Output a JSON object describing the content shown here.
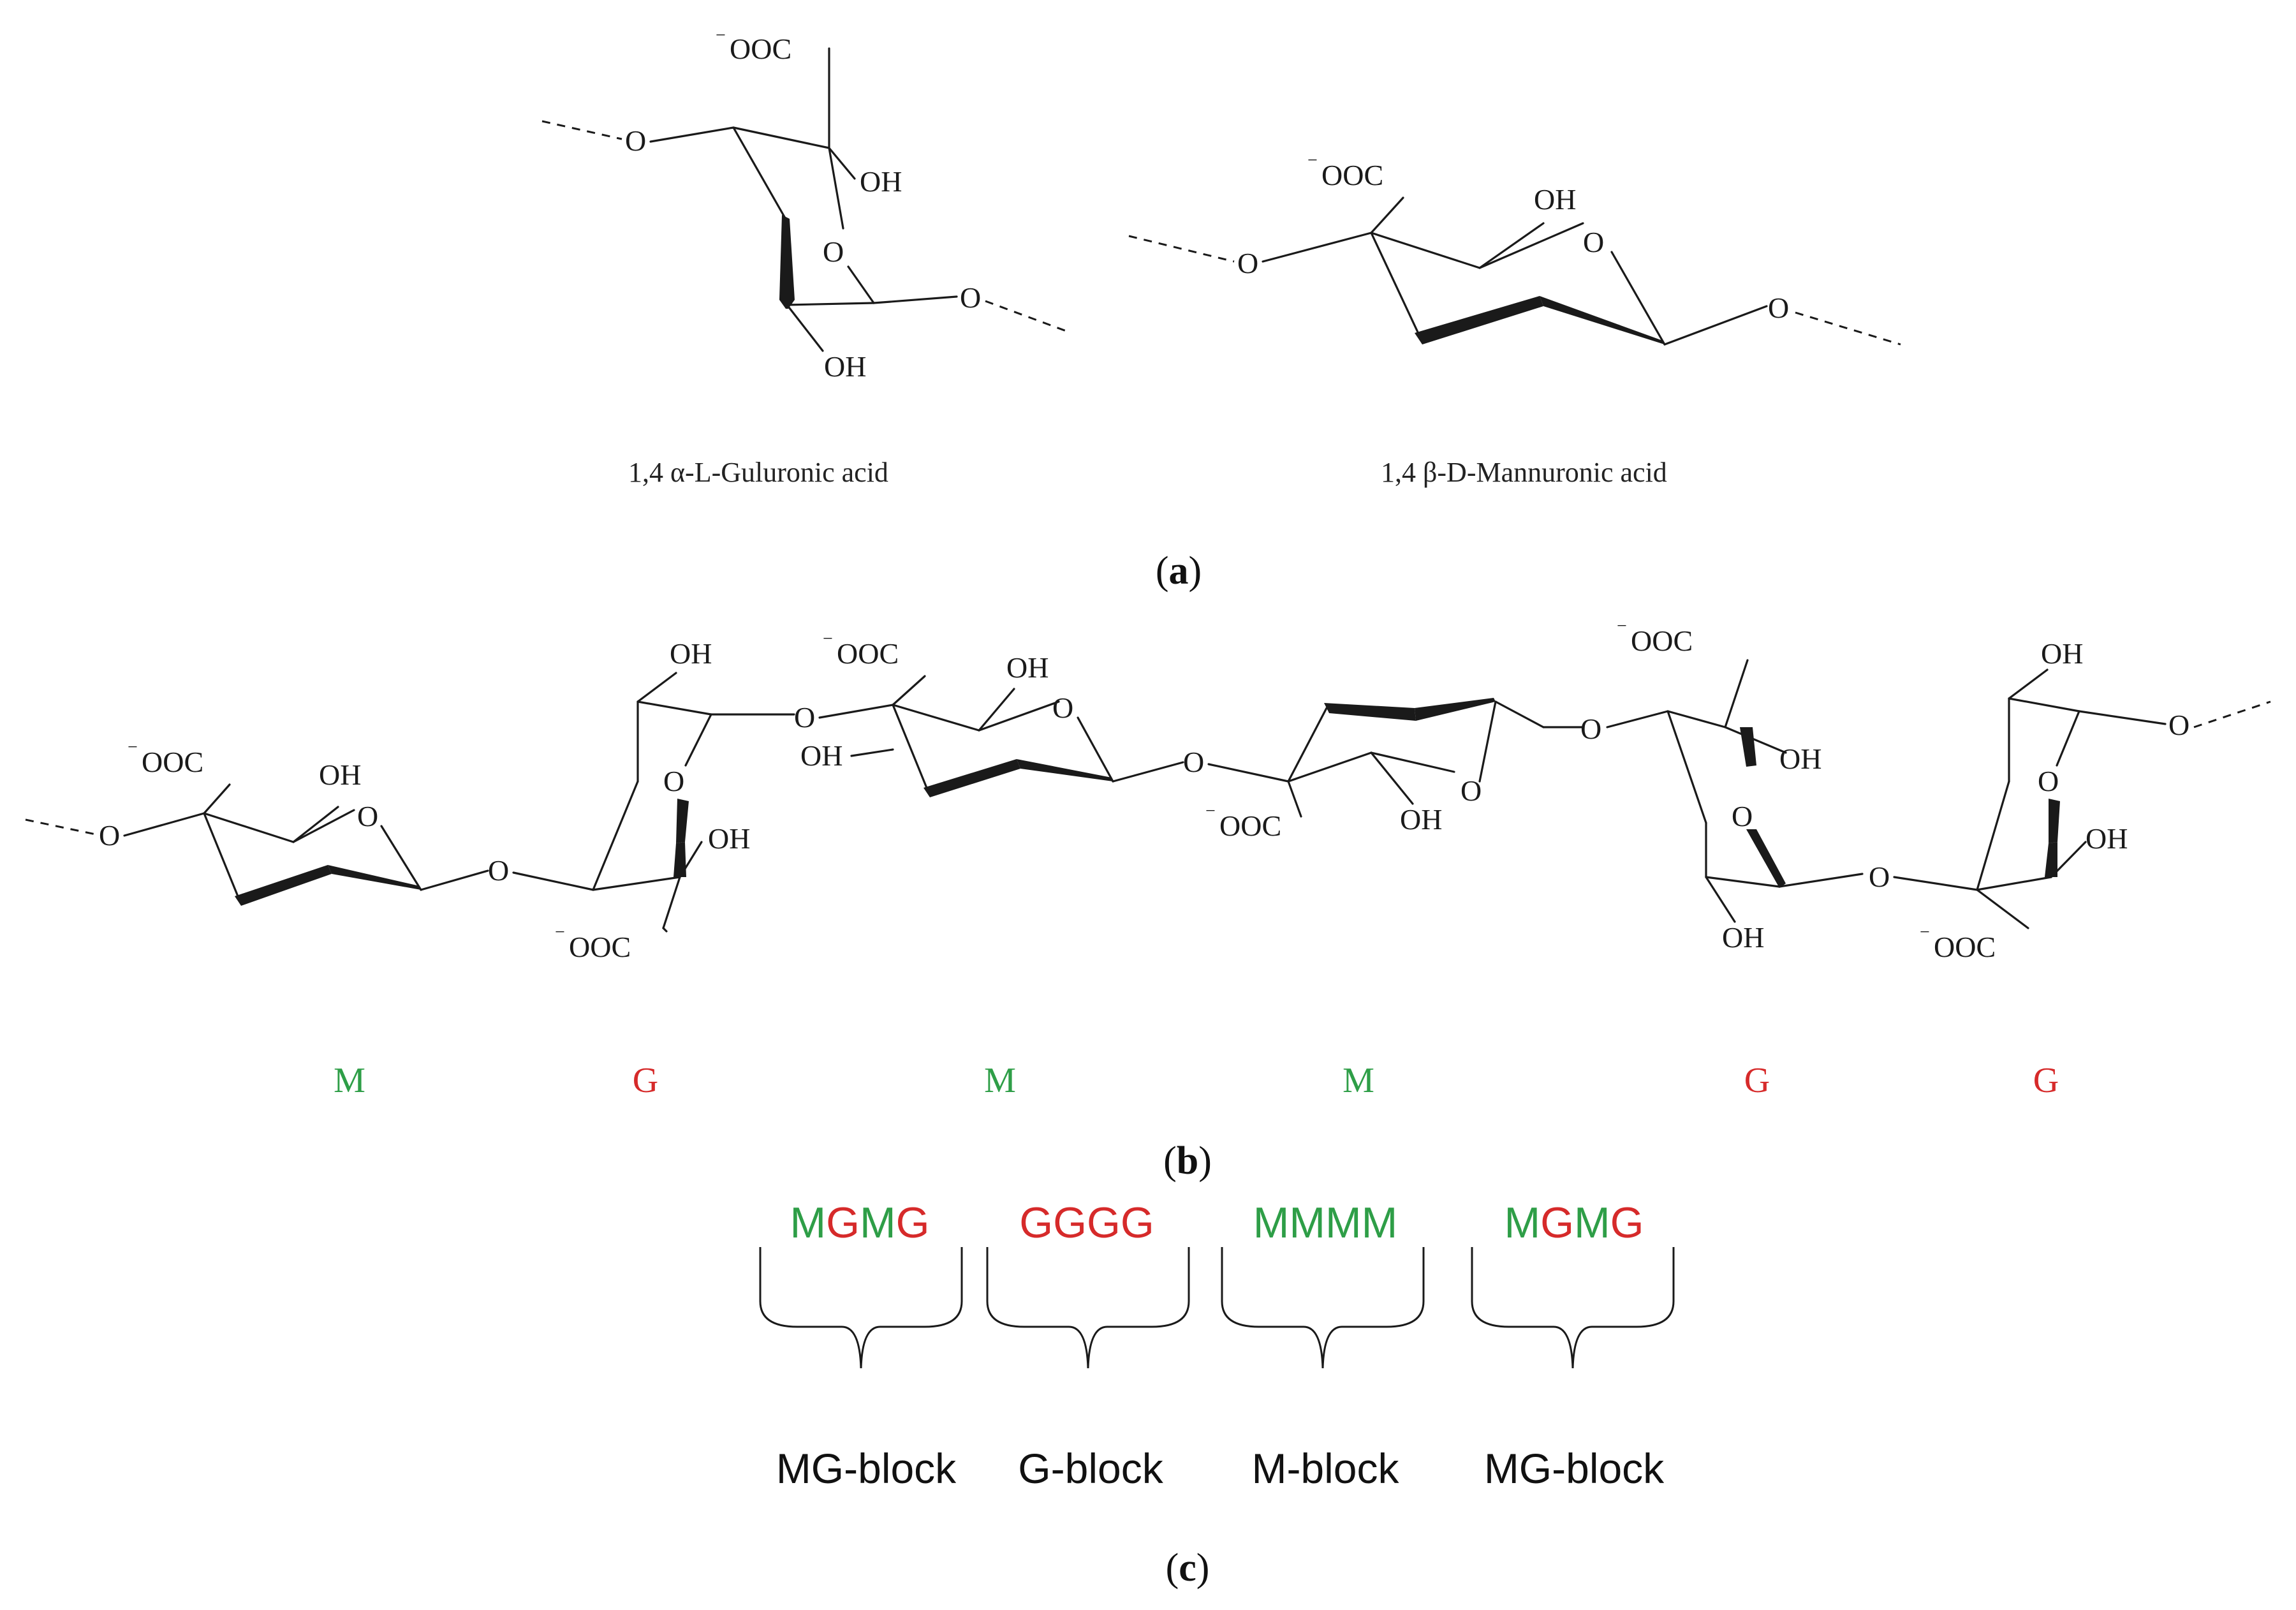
{
  "colors": {
    "mannuronate": "#2e9e47",
    "guluronate": "#d62a2a",
    "ink": "#1a1a1a"
  },
  "atoms": {
    "ring_o": "O",
    "link_o": "O",
    "hydroxyl": "OH",
    "carboxylate": "OOC",
    "charge": "−"
  },
  "panel_a": {
    "guluronic_name": "1,4 α-L-Guluronic acid",
    "mannuronic_name": "1,4 β-D-Mannuronic acid",
    "label_open": "(",
    "label_letter": "a",
    "label_close": ")"
  },
  "panel_b": {
    "units": [
      {
        "code": "M",
        "kind": "mannuronate"
      },
      {
        "code": "G",
        "kind": "guluronate"
      },
      {
        "code": "M",
        "kind": "mannuronate"
      },
      {
        "code": "M",
        "kind": "mannuronate"
      },
      {
        "code": "G",
        "kind": "guluronate"
      },
      {
        "code": "G",
        "kind": "guluronate"
      }
    ],
    "label_open": "(",
    "label_letter": "b",
    "label_close": ")"
  },
  "panel_c": {
    "blocks": [
      {
        "sequence": "MGMG",
        "name": "MG-block"
      },
      {
        "sequence": "GGGG",
        "name": "G-block"
      },
      {
        "sequence": "MMMM",
        "name": "M-block"
      },
      {
        "sequence": "MGMG",
        "name": "MG-block"
      }
    ],
    "label_open": "(",
    "label_letter": "c",
    "label_close": ")"
  }
}
